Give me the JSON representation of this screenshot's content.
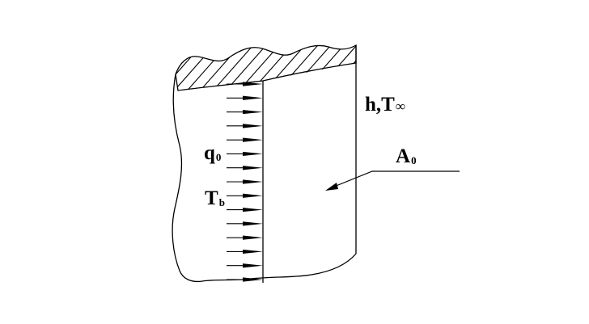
{
  "labels": {
    "convection_main": "h,T",
    "convection_sub": "∞",
    "area_main": "A",
    "area_sub": "0",
    "heat_flux_main": "q",
    "heat_flux_sub": "0",
    "base_temp_main": "T",
    "base_temp_sub": "b"
  },
  "style": {
    "line_color": "#000000",
    "background": "#ffffff"
  },
  "arrows": {
    "count": 15
  }
}
